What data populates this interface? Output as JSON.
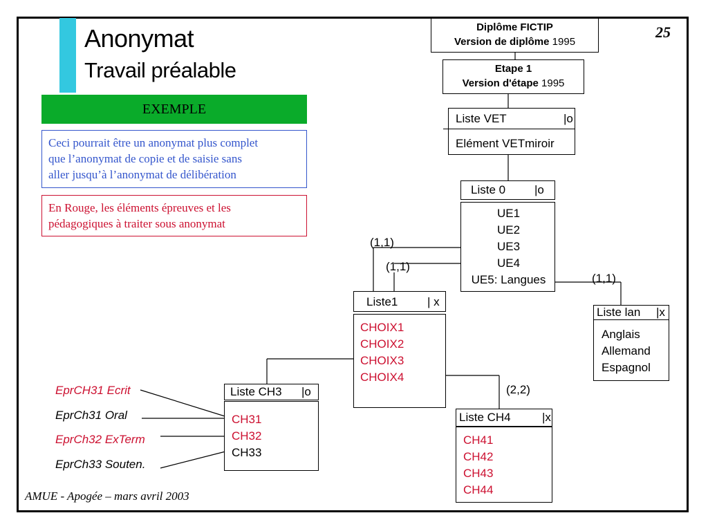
{
  "page_number": "25",
  "title": "Anonymat",
  "subtitle": "Travail préalable",
  "example_banner": "EXEMPLE",
  "note_blue": {
    "lines": [
      "Ceci pourrait être un anonymat plus complet",
      "que l’anonymat de copie et de saisie sans",
      "aller jusqu’à l’anonymat de délibération"
    ]
  },
  "note_red": {
    "lines": [
      "En Rouge, les éléments épreuves et les",
      "pédagogiques à traiter sous anonymat"
    ]
  },
  "diploma": {
    "line1": "Diplôme FICTIP",
    "line2_bold": "Version de diplôme",
    "line2_year": "1995"
  },
  "etape": {
    "line1": "Etape 1",
    "line2_bold": "Version d'étape",
    "line2_year": "1995"
  },
  "liste_vet": {
    "header": "Liste VET",
    "flag": "|o",
    "item": "Elément VETmiroir"
  },
  "liste0": {
    "header": "Liste 0",
    "flag": "|o",
    "items": [
      "UE1",
      "UE2",
      "UE3",
      "UE4",
      "UE5: Langues"
    ]
  },
  "liste1": {
    "header": "Liste1",
    "flag": "| x",
    "items": [
      "CHOIX1",
      "CHOIX2",
      "CHOIX3",
      "CHOIX4"
    ]
  },
  "liste_lan": {
    "header": "Liste lan",
    "flag": "|x",
    "items": [
      "Anglais",
      "Allemand",
      "Espagnol"
    ]
  },
  "liste_ch3": {
    "header": "Liste CH3",
    "flag": "|o",
    "items": [
      "CH31",
      "CH32",
      "CH33"
    ]
  },
  "liste_ch4": {
    "header": "Liste CH4",
    "flag": "|x",
    "items": [
      "CH41",
      "CH42",
      "CH43",
      "CH44"
    ]
  },
  "cardinalities": {
    "ue3": "(1,1)",
    "ue4": "(1,1)",
    "ue5": "(1,1)",
    "choix4": "(2,2)"
  },
  "epreuves": [
    "EprCH31 Ecrit",
    "EprCh31 Oral",
    "EprCh32 ExTerm",
    "EprCh33 Souten."
  ],
  "footer": "AMUE - Apogée – mars avril 2003",
  "colors": {
    "cyan_bar": "#33c8e0",
    "green_banner": "#0aab2a",
    "blue_note": "#3355cc",
    "red_note": "#cc1030"
  }
}
